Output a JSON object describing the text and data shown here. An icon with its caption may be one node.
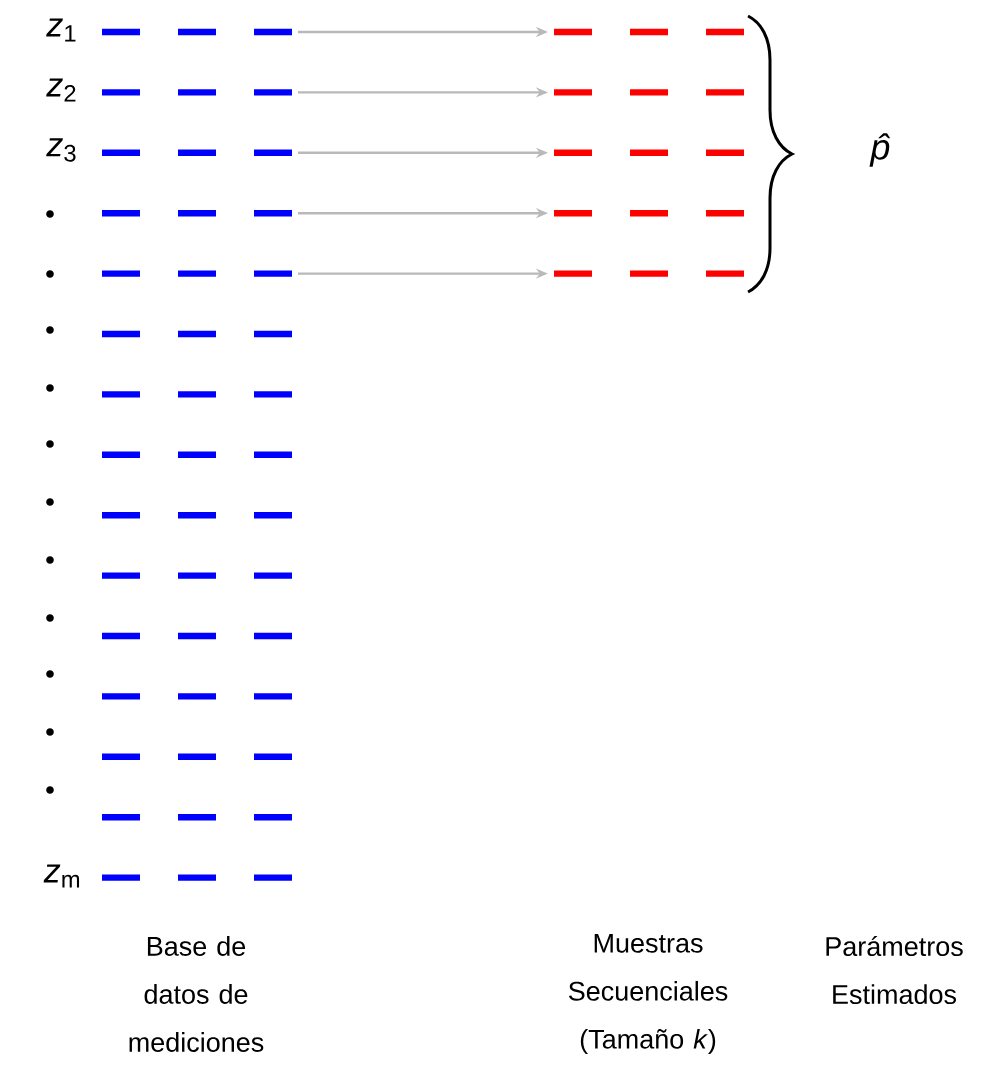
{
  "diagram": {
    "nodes": [
      {
        "text": [],
        "shape": "bar"
      },
      {
        "text": [],
        "shape": "bar"
      },
      {
        "text": [],
        "shape": "bar"
      },
      {
        "text": [],
        "shape": "bar"
      },
      {
        "text": [],
        "shape": "bar"
      },
      {
        "text": [],
        "shape": "bar"
      },
      {
        "text": [],
        "shape": "bar"
      },
      {
        "text": [],
        "shape": "bar"
      },
      {
        "text": [],
        "shape": "bar"
      },
      {
        "text": [],
        "shape": "bar"
      },
      {
        "text": [],
        "shape": "bar"
      },
      {
        "text": [],
        "shape": "bar"
      },
      {
        "text": [],
        "shape": "bar"
      },
      {
        "text": [],
        "shape": "bar"
      },
      {
        "text": [],
        "shape": "bar"
      },
      {
        "text": [],
        "shape": "bar"
      },
      {
        "text": [],
        "shape": "bar"
      },
      {
        "text": [],
        "shape": "bar"
      },
      {
        "text": [],
        "shape": "bar"
      },
      {
        "text": [],
        "shape": "bar"
      }
    ],
    "edges": [
      {
        "from": 0,
        "to": 15,
        "arrow": "to"
      },
      {
        "from": 1,
        "to": 16,
        "arrow": "to"
      },
      {
        "from": 2,
        "to": 17,
        "arrow": "to"
      },
      {
        "from": 3,
        "to": 18,
        "arrow": "to"
      },
      {
        "from": 4,
        "to": 19,
        "arrow": "to"
      }
    ],
    "labels": [
      "*z*$_{1}$",
      "*z*$_{2}$",
      "*z*$_{3}$",
      "*p̂*",
      "*z*$_{m}$",
      "Base de datos de mediciones",
      "Muestras Secuenciales (Tamaño *k*)",
      "Parámetros Estimados"
    ]
  }
}
